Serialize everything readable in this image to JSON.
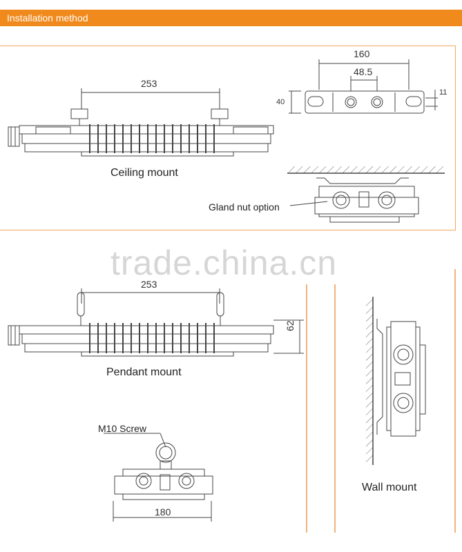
{
  "header": {
    "title": "Installation method",
    "color": "#f08a1c"
  },
  "ceiling": {
    "label": "Ceiling mount",
    "dim_length": "253"
  },
  "bracket": {
    "dim_width": "160",
    "dim_hole": "48.5",
    "dim_height": "40",
    "dim_thickness": "11"
  },
  "gland": {
    "label": "Gland nut option"
  },
  "watermark": {
    "text": "trade.china.cn"
  },
  "pendant": {
    "label": "Pendant mount",
    "dim_length": "253",
    "dim_height": "62"
  },
  "screw": {
    "label": "M10 Screw",
    "dim_width": "180"
  },
  "wall": {
    "label": "Wall mount"
  }
}
